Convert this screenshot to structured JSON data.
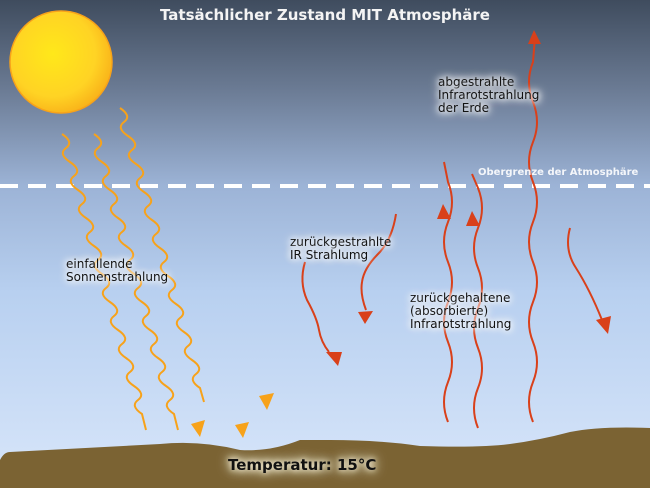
{
  "title": "Tatsächlicher Zustand MIT Atmosphäre",
  "boundary_label": "Obergrenze der Atmosphäre",
  "labels": {
    "incoming_solar": "einfallende\nSonnenstrahlung",
    "reflected_ir": "zurückgestrahlte\nIR Strahlumg",
    "retained_ir": "zurückgehaltene\n(absorbierte)\nInfrarotstrahlung",
    "emitted_ir": "abgestrahlte\nInfrarotstrahlung\nder Erde"
  },
  "temperature": "Temperatur: 15°C",
  "colors": {
    "sky_top": "#3f4c5e",
    "sky_mid": "#9cb3d6",
    "sky_bottom": "#d4e3f8",
    "sun": "#ffd21a",
    "sun_edge": "#f7a21a",
    "solar_ray": "#f7a21a",
    "ir_ray": "#d9401a",
    "ground": "#7b6333",
    "boundary_line": "#ffffff"
  },
  "icons": {
    "sun": "sun-icon",
    "solar_ray": "wavy-arrow-icon",
    "ir_ray": "wavy-arrow-icon",
    "boundary": "dashed-line"
  }
}
